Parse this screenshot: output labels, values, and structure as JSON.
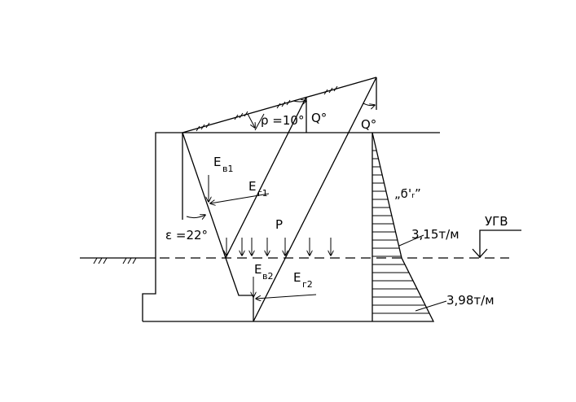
{
  "labels": {
    "rho": "ρ =10°",
    "theta_left": "Q°",
    "theta_right": "Q°",
    "Eb1": "E",
    "Eb1_sub": "в1",
    "Eg1": "E",
    "Eg1_sub": "г1",
    "Eb2": "E",
    "Eb2_sub": "в2",
    "Eg2": "E",
    "Eg2_sub": "г2",
    "epsilon": "ε =22°",
    "P": "P",
    "gamma_prime": "„ϭ'ᵣ”",
    "ugv": "УГВ",
    "val_top": "3,15т/м",
    "val_bottom": "3,98т/м"
  }
}
